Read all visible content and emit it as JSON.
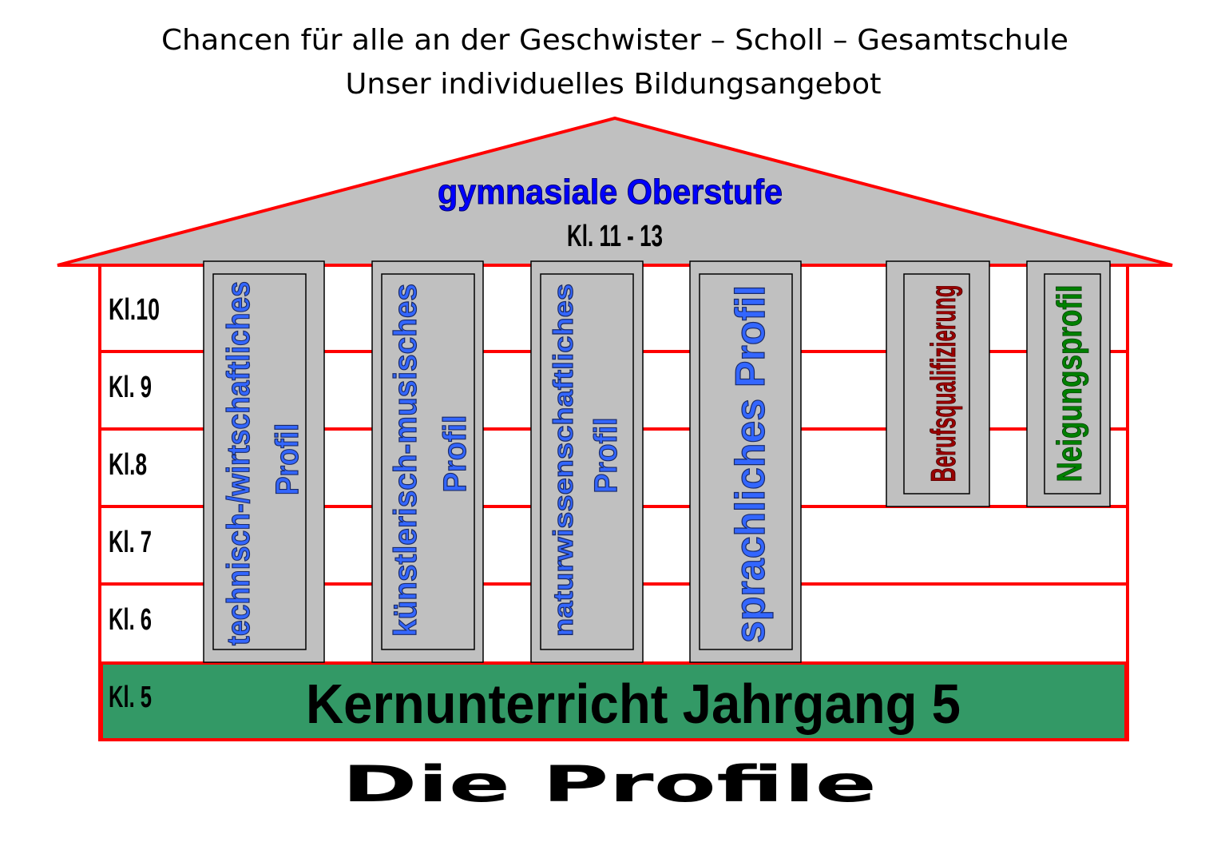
{
  "header": {
    "title_line1": "Chancen für alle an der Geschwister – Scholl – Gesamtschule",
    "title_line2": "Unser individuelles Bildungsangebot"
  },
  "roof": {
    "label": "gymnasiale Oberstufe",
    "grades": "Kl. 11 - 13"
  },
  "grades": [
    "Kl.10",
    "Kl. 9",
    "Kl.8",
    "Kl. 7",
    "Kl. 6",
    "Kl. 5"
  ],
  "profiles": [
    {
      "line1": "technisch-/wirtschaftliches",
      "line2": "Profil"
    },
    {
      "line1": "künstlerisch-musisches",
      "line2": "Profil"
    },
    {
      "line1": "naturwissenschaftliches",
      "line2": "Profil"
    },
    {
      "line1": "sprachliches Profil"
    },
    {
      "line1": "Berufsqualifizierung"
    },
    {
      "line1": "Neigungsprofil"
    }
  ],
  "foundation": {
    "label": "Kernunterricht Jahrgang 5"
  },
  "footer": {
    "label": "Die Profile"
  },
  "colors": {
    "wall": "#ff0000",
    "roof": "#c0c0c0",
    "foundation": "#339966",
    "profile_text": "#3366ff",
    "oberstufe_text": "#0000ff",
    "beruf_text": "#990000",
    "neigung_text": "#008000"
  }
}
